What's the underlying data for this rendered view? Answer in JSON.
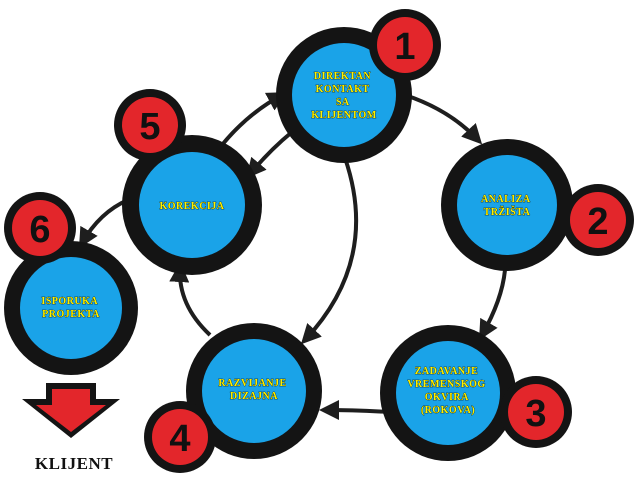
{
  "colors": {
    "node_fill": "#1aa3e8",
    "ring": "#141414",
    "badge": "#e3262b",
    "label": "#fff200",
    "arrow": "#1e1e1e",
    "down_arrow": "#e3262b"
  },
  "steps": [
    {
      "number": "1",
      "lines": [
        "DIREKTAN",
        "KONTAKT",
        "SA",
        "KLIJENTOM"
      ]
    },
    {
      "number": "2",
      "lines": [
        "ANALIZA",
        "TRŽIŠTA"
      ]
    },
    {
      "number": "3",
      "lines": [
        "ZADAVANJE",
        "VREMENSKOG",
        "OKVIRA",
        "(ROKOVA)"
      ]
    },
    {
      "number": "4",
      "lines": [
        "RAZVIJANJE",
        "DIZAJNA"
      ]
    },
    {
      "number": "5",
      "lines": [
        "KOREKCIJA"
      ]
    },
    {
      "number": "6",
      "lines": [
        "ISPORUKA",
        "PROJEKTA"
      ]
    }
  ],
  "client_label": "KLIJENT",
  "output_arrow_icon": "down-arrow-icon"
}
